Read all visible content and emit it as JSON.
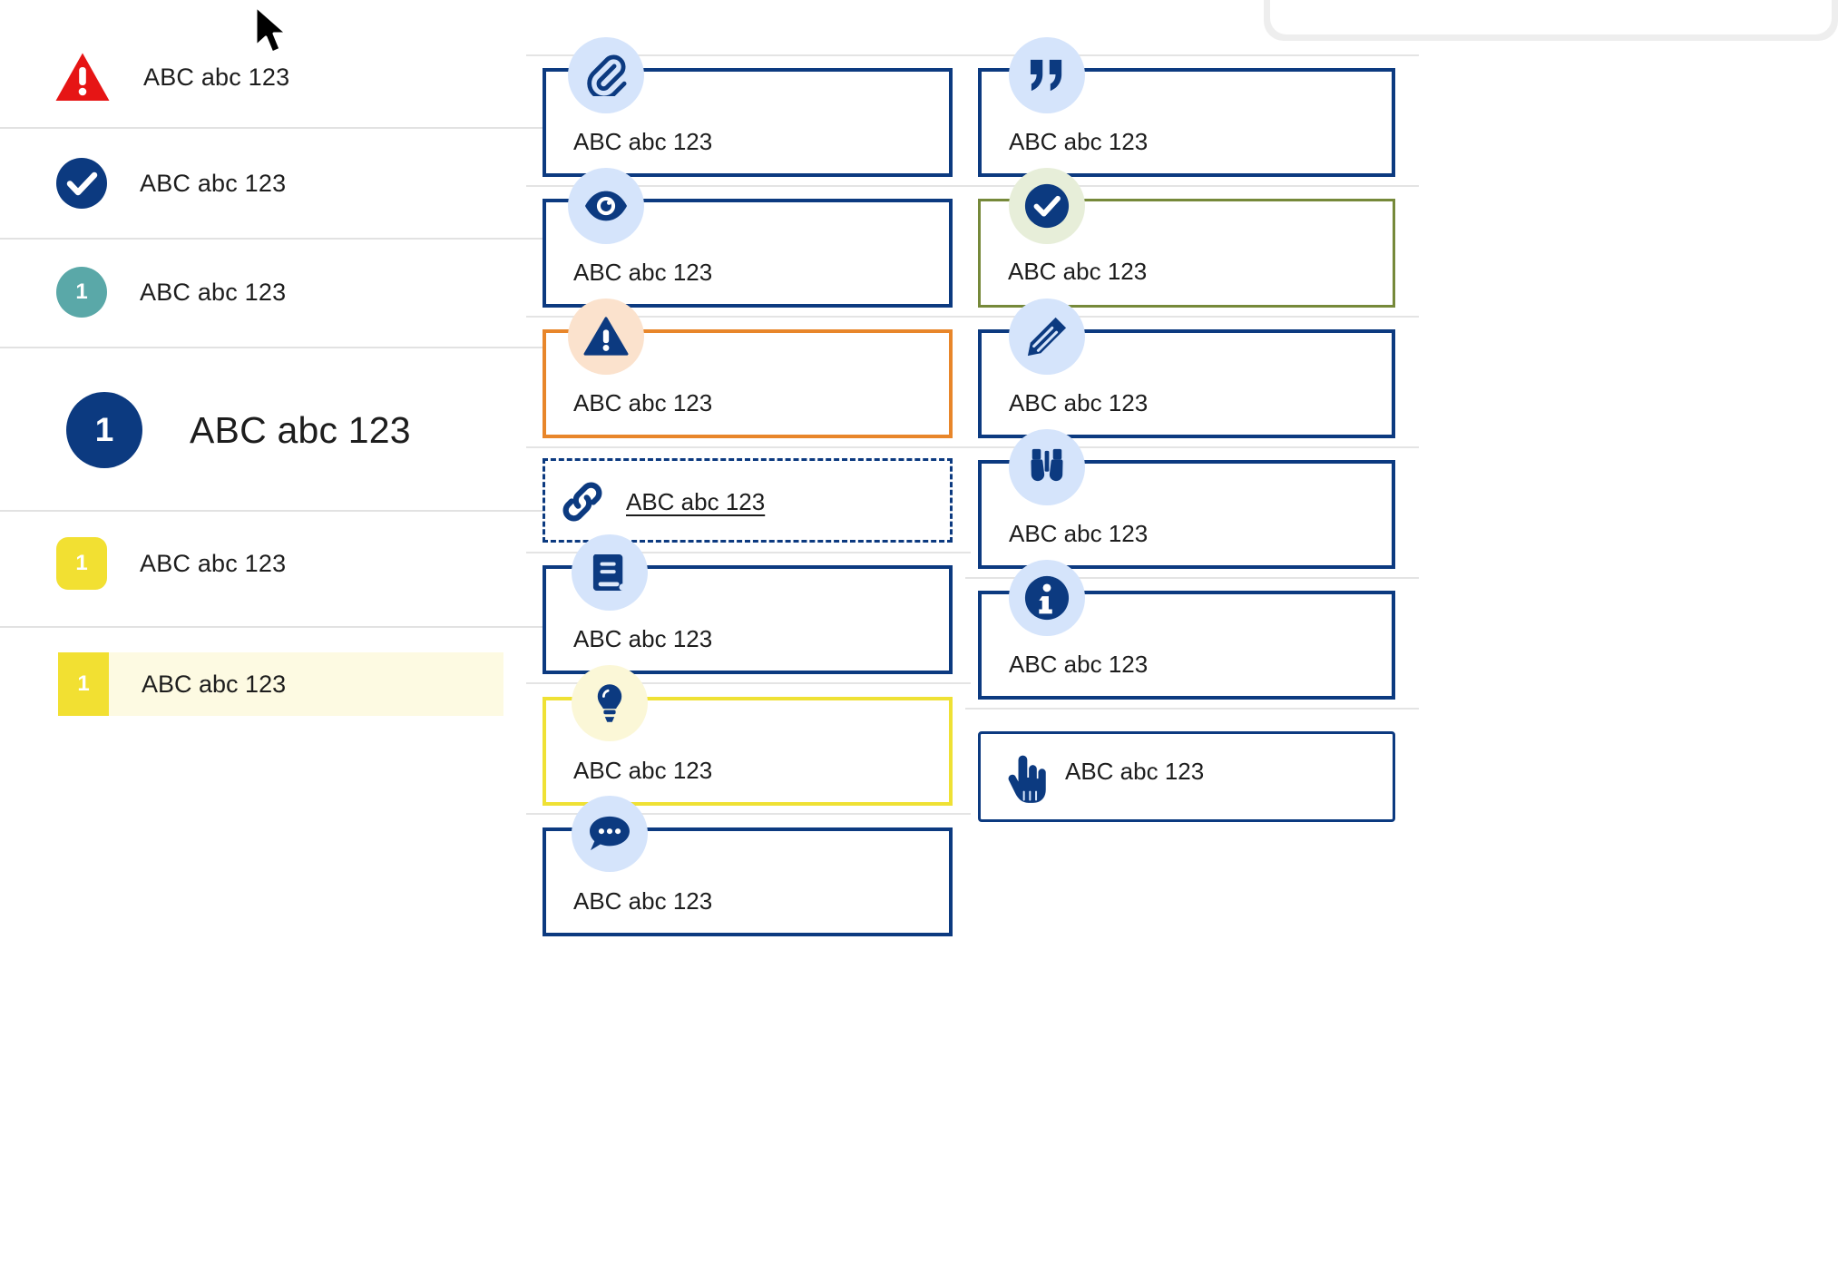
{
  "sidebar": {
    "rows": [
      {
        "icon": "warning-triangle-icon",
        "badge_text": "",
        "label": "ABC abc 123",
        "badge_shape": "triangle",
        "badge_color": "#e61515"
      },
      {
        "icon": "check-circle-icon",
        "badge_text": "",
        "label": "ABC abc 123",
        "badge_shape": "circle",
        "badge_color": "#0c3a80"
      },
      {
        "icon": "number-badge-icon",
        "badge_text": "1",
        "label": "ABC abc 123",
        "badge_shape": "circle",
        "badge_color": "#5aa8a8"
      },
      {
        "icon": "number-badge-icon",
        "badge_text": "1",
        "label": "ABC abc 123",
        "badge_shape": "circle",
        "badge_color": "#0c3a80"
      },
      {
        "icon": "number-badge-icon",
        "badge_text": "1",
        "label": "ABC abc 123",
        "badge_shape": "rounded-square",
        "badge_color": "#f2e032"
      }
    ],
    "highlighted_row": {
      "badge_text": "1",
      "label": "ABC abc 123",
      "badge_color": "#f2e032",
      "background": "#fdfae2"
    }
  },
  "middle_column": {
    "cards": [
      {
        "icon": "paperclip-icon",
        "label": "ABC abc 123",
        "border_color": "#0c3a80",
        "bubble_color": "#d5e4fb",
        "glyph_color": "#0c3a80"
      },
      {
        "icon": "eye-icon",
        "label": "ABC abc 123",
        "border_color": "#0c3a80",
        "bubble_color": "#d5e4fb",
        "glyph_color": "#0c3a80"
      },
      {
        "icon": "alert-triangle-icon",
        "label": "ABC abc 123",
        "border_color": "#e8862a",
        "bubble_color": "#fbe2cd",
        "glyph_color": "#0c3a80"
      },
      {
        "icon": "link-icon",
        "label": "ABC abc 123",
        "border_color": "#0c3a80",
        "bubble_color": "",
        "glyph_color": "#0c3a80",
        "style": "dashed",
        "link": true
      },
      {
        "icon": "book-icon",
        "label": "ABC abc 123",
        "border_color": "#0c3a80",
        "bubble_color": "#d5e4fb",
        "glyph_color": "#0c3a80"
      },
      {
        "icon": "lightbulb-icon",
        "label": "ABC abc 123",
        "border_color": "#efe134",
        "bubble_color": "#fbf7d7",
        "glyph_color": "#0c3a80"
      },
      {
        "icon": "comment-dots-icon",
        "label": "ABC abc 123",
        "border_color": "#0c3a80",
        "bubble_color": "#d5e4fb",
        "glyph_color": "#0c3a80"
      }
    ]
  },
  "right_column": {
    "cards": [
      {
        "icon": "quote-icon",
        "label": "ABC abc 123",
        "border_color": "#0c3a80",
        "bubble_color": "#d5e4fb",
        "glyph_color": "#0c3a80"
      },
      {
        "icon": "check-circle-icon",
        "label": "ABC abc 123",
        "border_color": "#76893a",
        "bubble_color": "#e7eed9",
        "glyph_color": "#0c3a80"
      },
      {
        "icon": "pencil-icon",
        "label": "ABC abc 123",
        "border_color": "#0c3a80",
        "bubble_color": "#d5e4fb",
        "glyph_color": "#0c3a80"
      },
      {
        "icon": "binoculars-icon",
        "label": "ABC abc 123",
        "border_color": "#0c3a80",
        "bubble_color": "#d5e4fb",
        "glyph_color": "#0c3a80"
      },
      {
        "icon": "info-circle-icon",
        "label": "ABC abc 123",
        "border_color": "#0c3a80",
        "bubble_color": "#d5e4fb",
        "glyph_color": "#0c3a80"
      },
      {
        "icon": "pointing-hand-icon",
        "label": "ABC abc 123",
        "border_color": "#0c3a80",
        "bubble_color": "",
        "glyph_color": "#0c3a80",
        "inline": true
      }
    ]
  },
  "colors": {
    "navy": "#0c3a80",
    "red": "#e61515",
    "teal": "#5aa8a8",
    "yellow": "#f2e032",
    "orange": "#e8862a",
    "olive": "#76893a",
    "light_blue_bubble": "#d5e4fb",
    "peach_bubble": "#fbe2cd",
    "pale_green_bubble": "#e7eed9",
    "pale_yellow_bubble": "#fbf7d7",
    "highlight_row_bg": "#fdfae2",
    "divider": "#e3e3e3",
    "text": "#1d1d1d"
  }
}
